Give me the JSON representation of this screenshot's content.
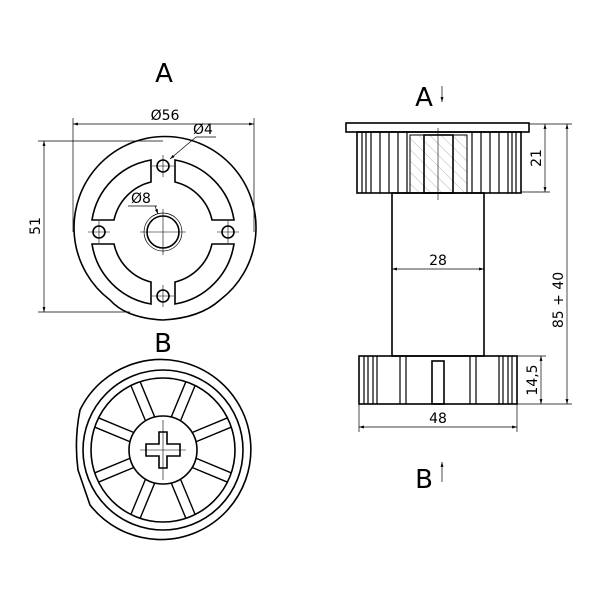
{
  "view_a": {
    "label": "A",
    "dim_outer_diameter": "Ø56",
    "dim_hole_diameter": "Ø4",
    "dim_center_diameter": "Ø8",
    "dim_height": "51"
  },
  "view_b": {
    "label": "B"
  },
  "side_view": {
    "arrow_a_label": "A",
    "arrow_b_label": "B",
    "dim_top_height": "21",
    "dim_column_width": "28",
    "dim_total_height": "85 + 40",
    "dim_base_height": "14,5",
    "dim_base_width": "48"
  }
}
